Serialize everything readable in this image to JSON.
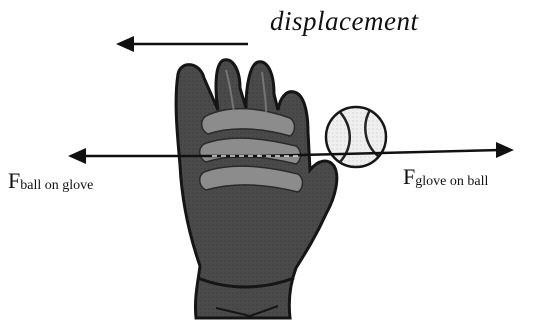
{
  "labels": {
    "displacement": "displacement",
    "force_left_symbol": "F",
    "force_left_subscript": "ball on glove",
    "force_right_symbol": "F",
    "force_right_subscript": "glove on ball"
  },
  "colors": {
    "glove": "#4a4a4a",
    "glove_outline": "#151515",
    "finger_pads": "#8c8c8c",
    "ball": "#efefef",
    "arrows": "#111111"
  },
  "icons": {
    "glove": "baseball-glove-icon",
    "ball": "baseball-icon"
  }
}
